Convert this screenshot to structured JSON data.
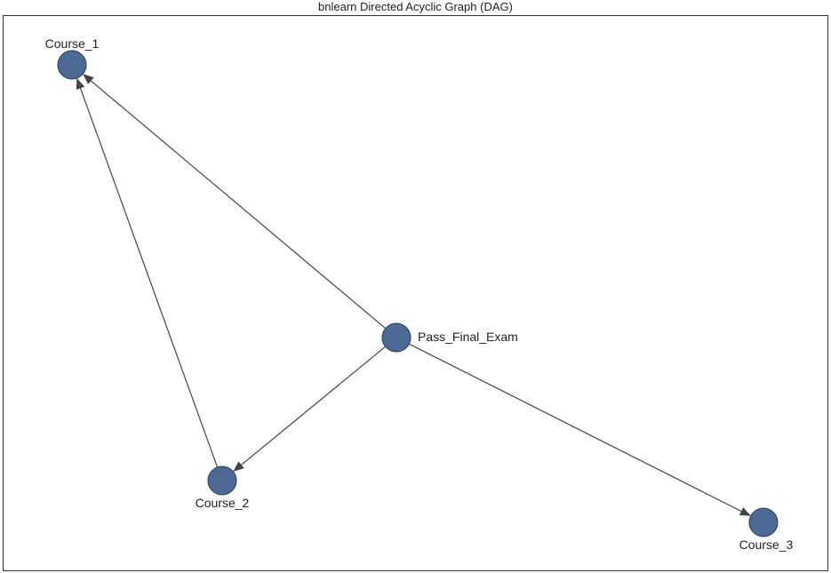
{
  "title": "bnlearn Directed Acyclic Graph (DAG)",
  "colors": {
    "node_fill": "#4d6a94",
    "node_stroke": "#2b3a52",
    "edge": "#444444",
    "text": "#222222"
  },
  "nodes": [
    {
      "id": "course_1",
      "label": "Course_1"
    },
    {
      "id": "course_2",
      "label": "Course_2"
    },
    {
      "id": "course_3",
      "label": "Course_3"
    },
    {
      "id": "pass_final_exam",
      "label": "Pass_Final_Exam"
    }
  ],
  "edges": [
    {
      "from": "pass_final_exam",
      "to": "course_1"
    },
    {
      "from": "pass_final_exam",
      "to": "course_2"
    },
    {
      "from": "pass_final_exam",
      "to": "course_3"
    },
    {
      "from": "course_2",
      "to": "course_1"
    }
  ]
}
